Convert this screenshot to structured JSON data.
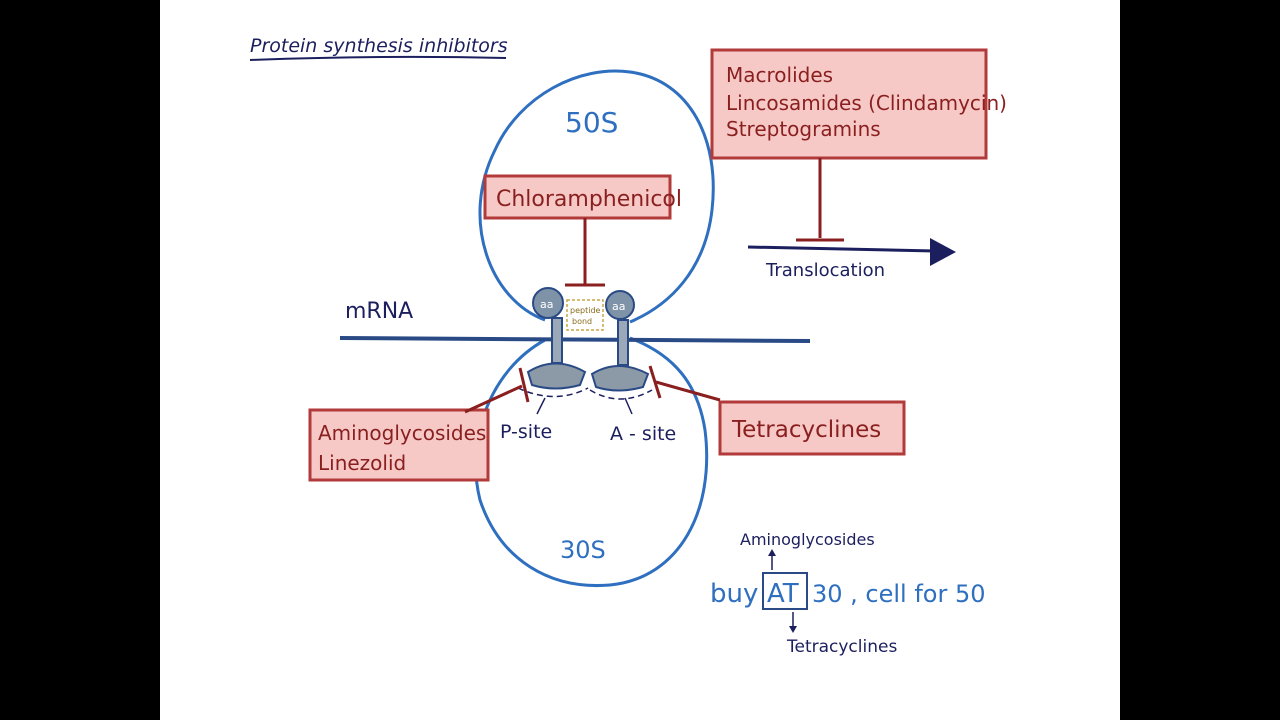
{
  "title": "Protein synthesis inhibitors",
  "subunits": {
    "large": "50S",
    "small": "30S"
  },
  "mrna_label": "mRNA",
  "bond_label": [
    "peptide",
    "bond"
  ],
  "site_labels": {
    "p": "P-site",
    "a": "A - site"
  },
  "trna_labels": {
    "left": "aa",
    "right": "aa"
  },
  "drugs": {
    "chloramphenicol": "Chloramphenicol",
    "translocation_group": [
      "Macrolides",
      "Lincosamides (Clindamycin)",
      "Streptogramins"
    ],
    "aminoglycosides_group": [
      "Aminoglycosides",
      "Linezolid"
    ],
    "tetracyclines": "Tetracyclines"
  },
  "translocation_label": "Translocation",
  "mnemonic": {
    "prefix": "buy",
    "boxed": "AT",
    "suffix": "30 , cell for 50",
    "upper_note": "Aminoglycosides",
    "lower_note": "Tetracyclines"
  },
  "colors": {
    "ribosome": "#2f6fbf",
    "ink": "#1c1f5e",
    "inhibitor": "#8a1f1f",
    "box_fill": "#f6c9c6",
    "box_stroke": "#b23a3a"
  }
}
